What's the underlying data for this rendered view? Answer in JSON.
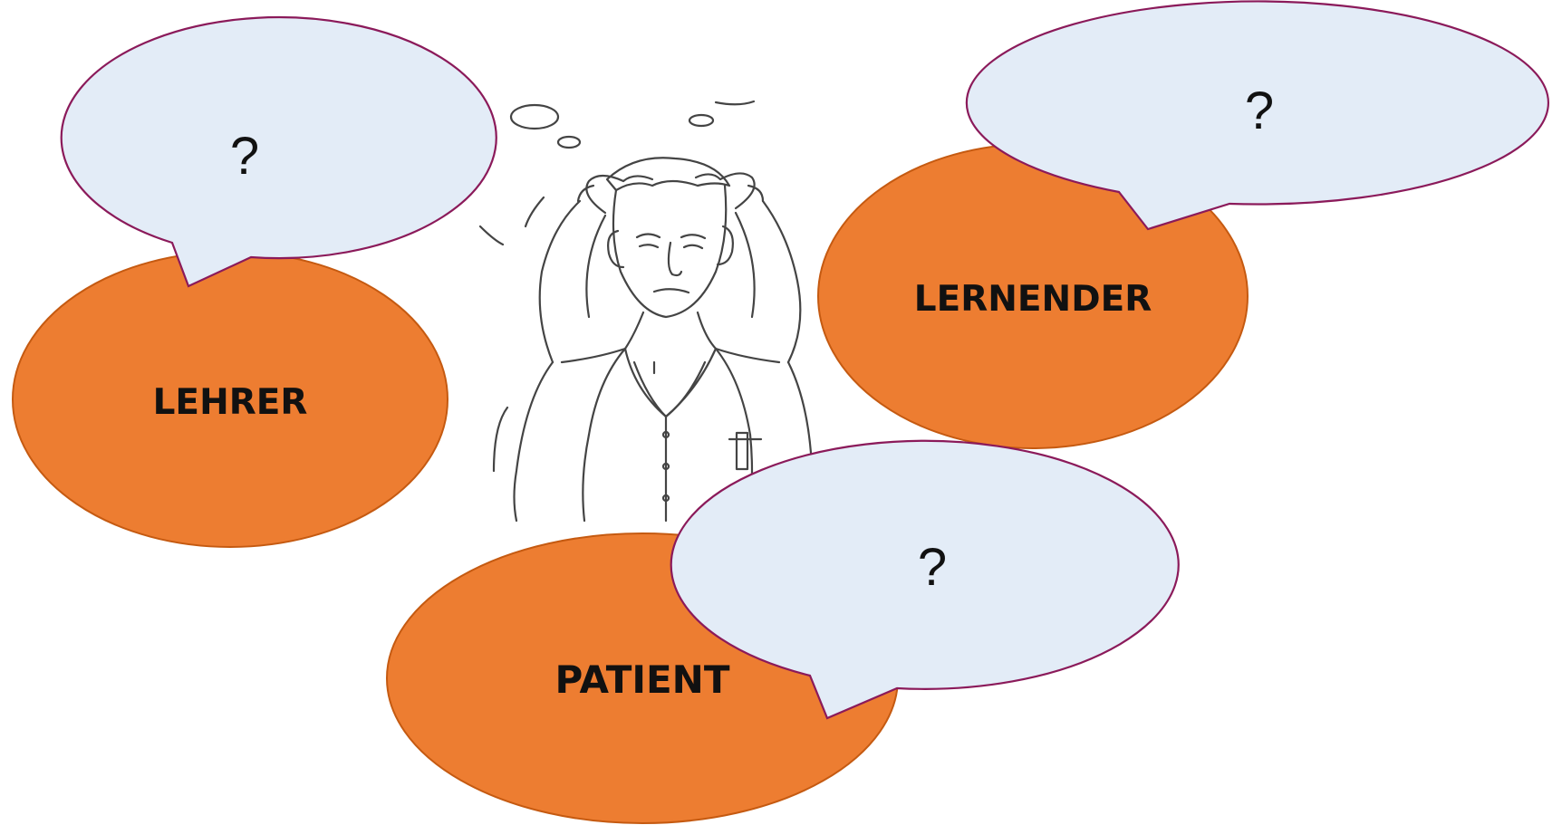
{
  "colors": {
    "role_fill": "#ED7D31",
    "role_stroke": "#C55A11",
    "bubble_fill": "#E3ECF7",
    "bubble_stroke": "#8B1A5A",
    "text": "#111111",
    "sketch_line": "#444444"
  },
  "illustration": {
    "icon": "confused-man-scratching-head-icon"
  },
  "roles": {
    "teacher": {
      "label": "LEHRER"
    },
    "learner": {
      "label": "LERNENDER"
    },
    "patient": {
      "label": "PATIENT"
    }
  },
  "bubbles": {
    "teacher": {
      "text": "?"
    },
    "learner": {
      "text": "?"
    },
    "patient": {
      "text": "?"
    }
  }
}
